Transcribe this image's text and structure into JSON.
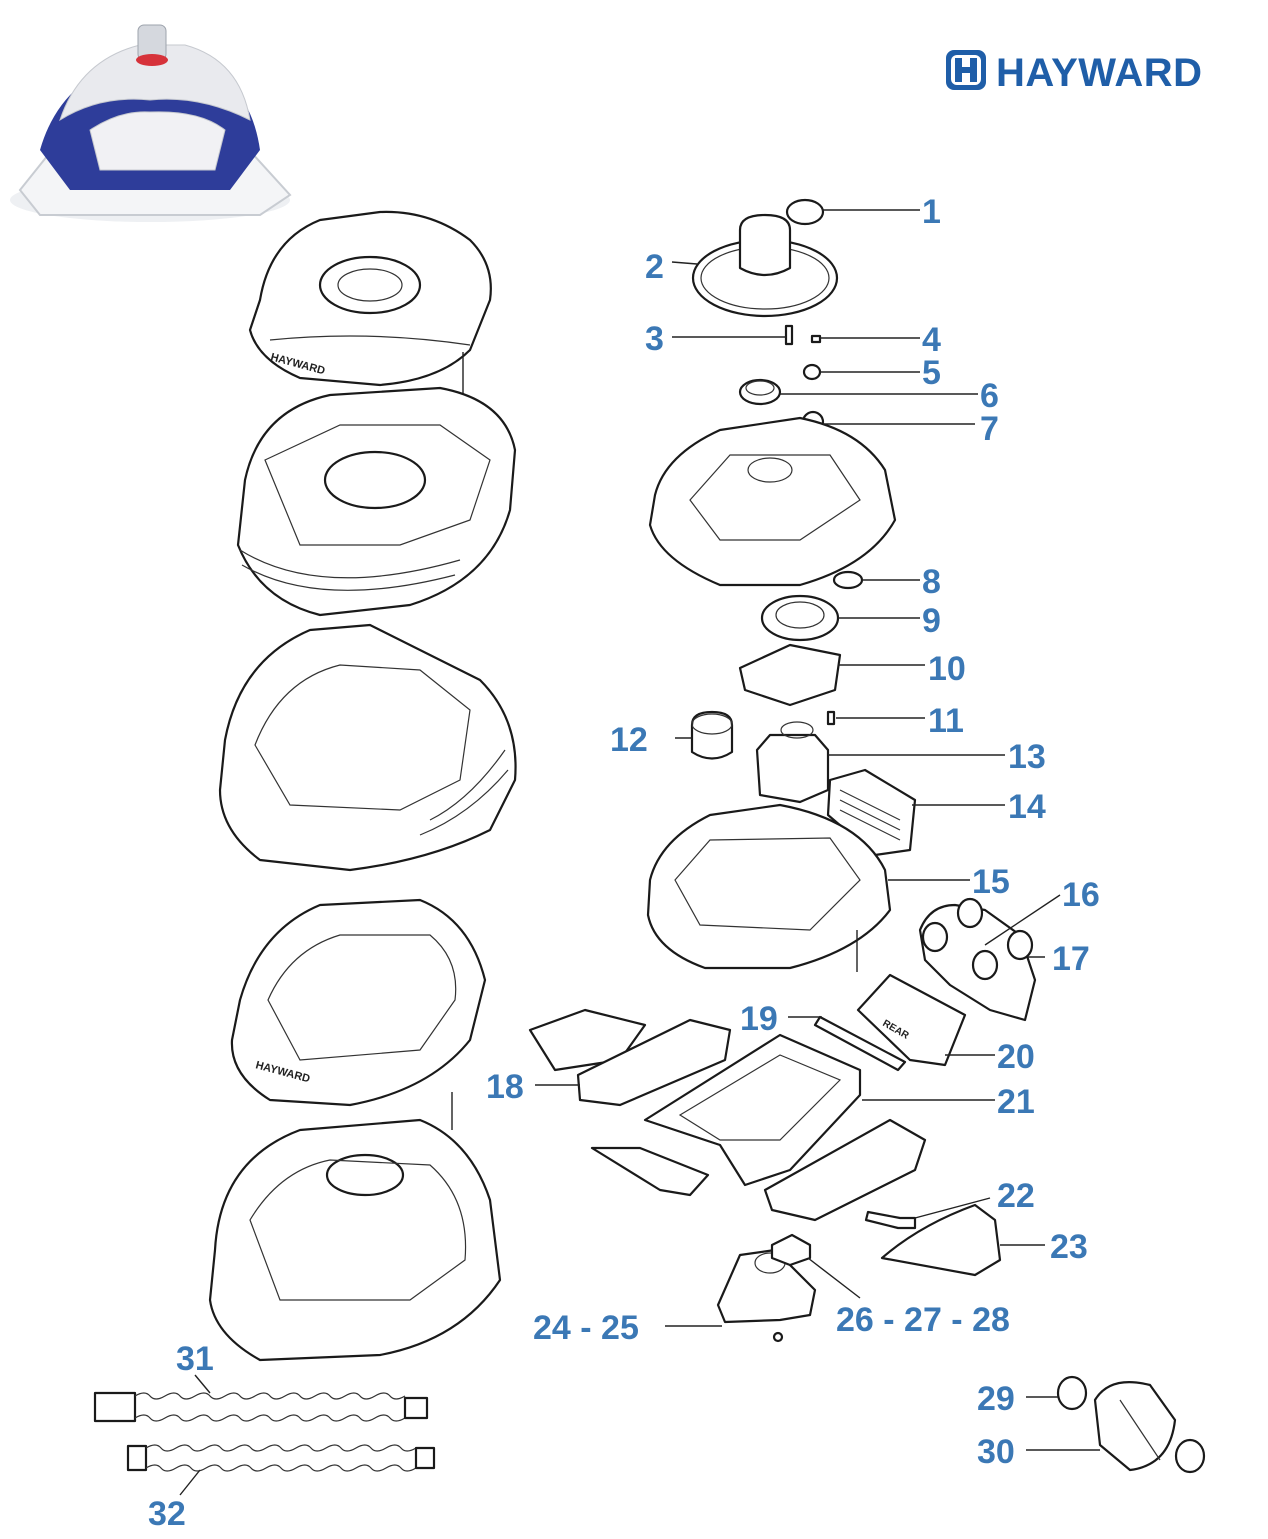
{
  "brand": {
    "name": "HAYWARD",
    "color": "#1f5ea8",
    "logo_icon": "hayward-h-logo-icon"
  },
  "callout_color": "#3b78b5",
  "callouts": [
    {
      "label": "1"
    },
    {
      "label": "2"
    },
    {
      "label": "3"
    },
    {
      "label": "4"
    },
    {
      "label": "5"
    },
    {
      "label": "6"
    },
    {
      "label": "7"
    },
    {
      "label": "8"
    },
    {
      "label": "9"
    },
    {
      "label": "10"
    },
    {
      "label": "11"
    },
    {
      "label": "12"
    },
    {
      "label": "13"
    },
    {
      "label": "14"
    },
    {
      "label": "15"
    },
    {
      "label": "16"
    },
    {
      "label": "17"
    },
    {
      "label": "18"
    },
    {
      "label": "19"
    },
    {
      "label": "20"
    },
    {
      "label": "21"
    },
    {
      "label": "22"
    },
    {
      "label": "23"
    },
    {
      "label": "24 - 25"
    },
    {
      "label": "26 - 27 - 28"
    },
    {
      "label": "29"
    },
    {
      "label": "30"
    },
    {
      "label": "31"
    },
    {
      "label": "32"
    }
  ]
}
